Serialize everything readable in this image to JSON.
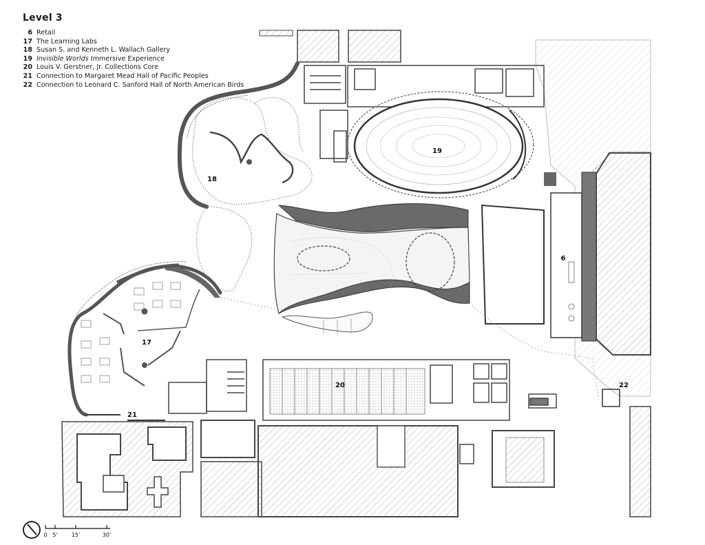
{
  "title": "Level 3",
  "legend": [
    {
      "num": "6",
      "label": "Retail"
    },
    {
      "num": "17",
      "label": "The Learning Labs"
    },
    {
      "num": "18",
      "label": "Susan S. and Kenneth L. Wallach Gallery"
    },
    {
      "num": "19",
      "italic": "Invisible Worlds",
      "label": " Immersive Experience"
    },
    {
      "num": "20",
      "label": "Louis V. Gerstner, Jr. Collections Core"
    },
    {
      "num": "21",
      "label": "Connection to Margaret Mead Hall of Pacific Peoples"
    },
    {
      "num": "22",
      "label": "Connection to Leonard C. Sanford Hall of North American Birds"
    }
  ],
  "rooms": {
    "r6": "6",
    "r17": "17",
    "r18": "18",
    "r19": "19",
    "r20": "20",
    "r21": "21",
    "r22": "22"
  },
  "scale": {
    "icon": "north-arrow-icon",
    "ticks": [
      "0",
      "5'",
      "15'",
      "30'"
    ]
  },
  "colors": {
    "wall": "#555555",
    "line": "#333333",
    "hatch": "#9a9a9a",
    "fill_dark": "#6a6a6a"
  }
}
